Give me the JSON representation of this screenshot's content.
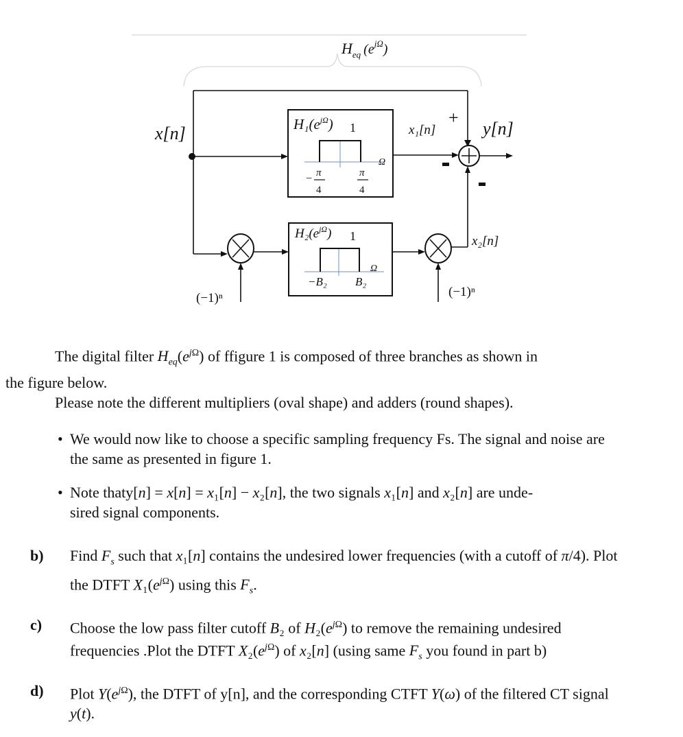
{
  "diagram": {
    "heq_label": "H",
    "heq_sub": "eq",
    "heq_arg": "(e",
    "heq_sup": "jΩ",
    "heq_close": ")",
    "input_label": "x[n]",
    "output_label": "y[n]",
    "x1_label": "x₁[n]",
    "x2_label": "x₂[n]",
    "plus_sign": "+",
    "h1": {
      "name": "H₁(e",
      "sup": "jΩ",
      "close": ")",
      "peak": "1",
      "omega": "Ω",
      "left_num": "π",
      "left_den": "4",
      "left_sign": "−",
      "right_num": "π",
      "right_den": "4"
    },
    "h2": {
      "name": "H₂(e",
      "sup": "jΩ",
      "close": ")",
      "peak": "1",
      "omega": "Ω",
      "left_cut": "−B₂",
      "right_cut": "B₂"
    },
    "mod_left": "(−1)ⁿ",
    "mod_right": "(−1)ⁿ"
  },
  "text": {
    "intro_1": "The digital filter H_eq(e^jΩ) of ffigure 1 is composed of three branches as shown in the figure below.",
    "intro_2": "Please note the different multipliers (oval shape) and adders (round shapes).",
    "bullets": [
      "We would now like to choose a specific sampling frequency Fs. The signal and noise are the same as presented in figure 1.",
      "Note thaty[n] = x[n] = x₁[n] − x₂[n], the two signals x₁[n] and x₂[n] are undesired signal components."
    ],
    "parts": [
      {
        "label": "b)",
        "text": "Find Fs such that x₁[n] contains the undesired lower frequencies (with a cutoff of π/4). Plot the DTFT X₁(e^jΩ) using this Fs."
      },
      {
        "label": "c)",
        "text": "Choose the low pass filter cutoff B₂ of H₂(e^jΩ) to remove the remaining undesired frequencies .Plot the DTFT X₂(e^jΩ) of x₂[n] (using same Fs you found in part b)"
      },
      {
        "label": "d)",
        "text": "Plot Y(e^jΩ), the DTFT of y[n], and the corresponding CTFT Y(ω) of the filtered CT signal y(t)."
      }
    ]
  }
}
